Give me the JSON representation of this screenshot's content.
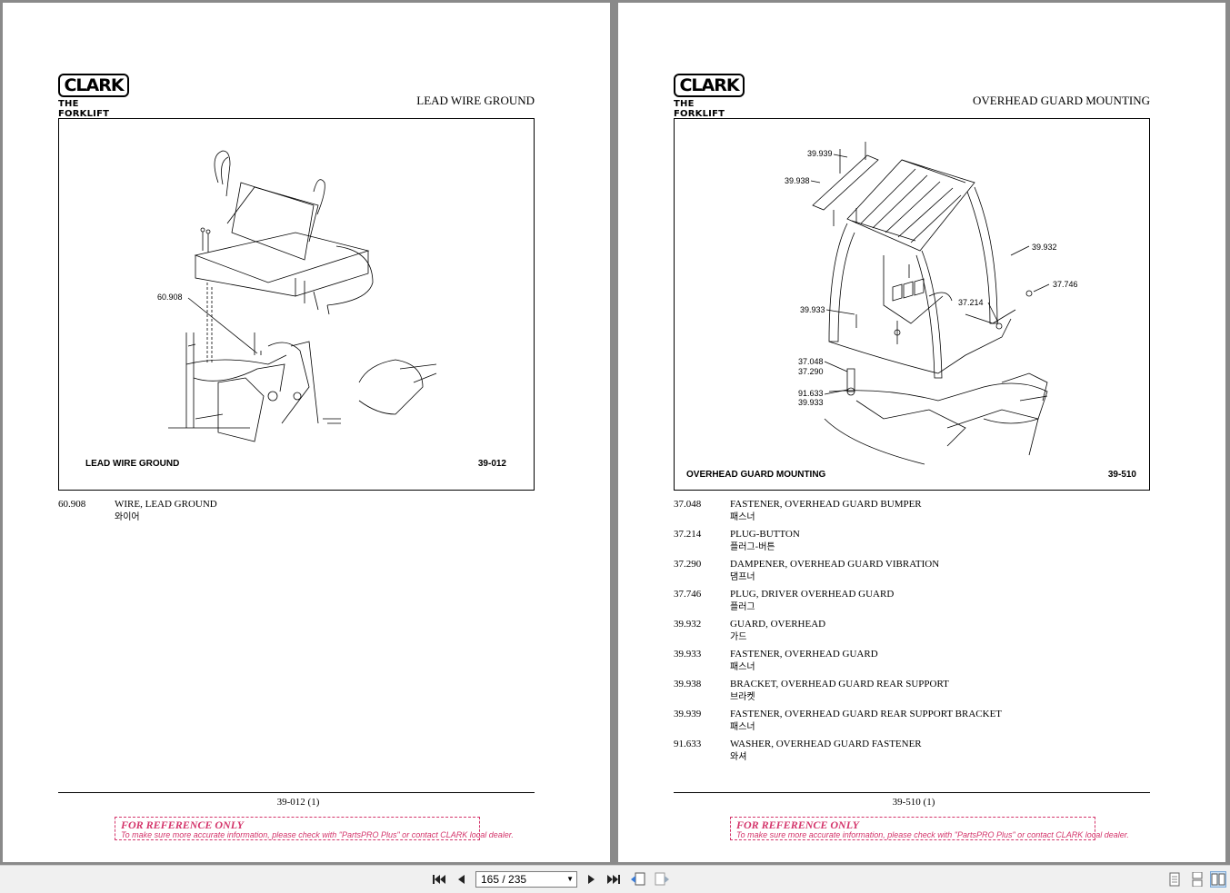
{
  "brand": {
    "logo_text": "CLARK",
    "tagline": "THE FORKLIFT"
  },
  "pages": [
    {
      "section_title": "LEAD WIRE GROUND",
      "figure": {
        "caption": "LEAD WIRE GROUND",
        "number": "39-012",
        "callouts": [
          "60.908"
        ]
      },
      "parts": [
        {
          "num": "60.908",
          "desc": "WIRE, LEAD GROUND",
          "kr": "와이어"
        }
      ],
      "footer_ref": "39-012 (1)"
    },
    {
      "section_title": "OVERHEAD GUARD MOUNTING",
      "figure": {
        "caption": "OVERHEAD GUARD MOUNTING",
        "number": "39-510",
        "callouts": [
          "39.939",
          "39.938",
          "39.932",
          "37.746",
          "37.214",
          "39.933",
          "37.048",
          "37.290",
          "91.633",
          "39.933"
        ]
      },
      "parts": [
        {
          "num": "37.048",
          "desc": "FASTENER, OVERHEAD GUARD BUMPER",
          "kr": "패스너"
        },
        {
          "num": "37.214",
          "desc": "PLUG-BUTTON",
          "kr": "플러그-버튼"
        },
        {
          "num": "37.290",
          "desc": "DAMPENER, OVERHEAD GUARD VIBRATION",
          "kr": "댐프너"
        },
        {
          "num": "37.746",
          "desc": "PLUG, DRIVER OVERHEAD GUARD",
          "kr": "플러그"
        },
        {
          "num": "39.932",
          "desc": "GUARD, OVERHEAD",
          "kr": "가드"
        },
        {
          "num": "39.933",
          "desc": "FASTENER, OVERHEAD GUARD",
          "kr": "패스너"
        },
        {
          "num": "39.938",
          "desc": "BRACKET, OVERHEAD GUARD REAR SUPPORT",
          "kr": "브라켓"
        },
        {
          "num": "39.939",
          "desc": "FASTENER, OVERHEAD GUARD REAR SUPPORT BRACKET",
          "kr": "패스너"
        },
        {
          "num": "91.633",
          "desc": "WASHER, OVERHEAD GUARD FASTENER",
          "kr": "와셔"
        }
      ],
      "footer_ref": "39-510 (1)"
    }
  ],
  "notice": {
    "title": "FOR REFERENCE ONLY",
    "text": "To make sure more accurate information, please check with \"PartsPRO Plus\" or contact CLARK local dealer."
  },
  "toolbar": {
    "page_indicator": "165 / 235",
    "icons": [
      "first-page-icon",
      "previous-page-icon",
      "next-page-icon",
      "last-page-icon",
      "back-view-icon",
      "forward-view-icon",
      "single-page-icon",
      "continuous-page-icon",
      "facing-pages-icon"
    ]
  },
  "colors": {
    "notice": "#d4356b",
    "viewer_background": "#8a8a8a",
    "toolbar": "#f0f0f0"
  }
}
